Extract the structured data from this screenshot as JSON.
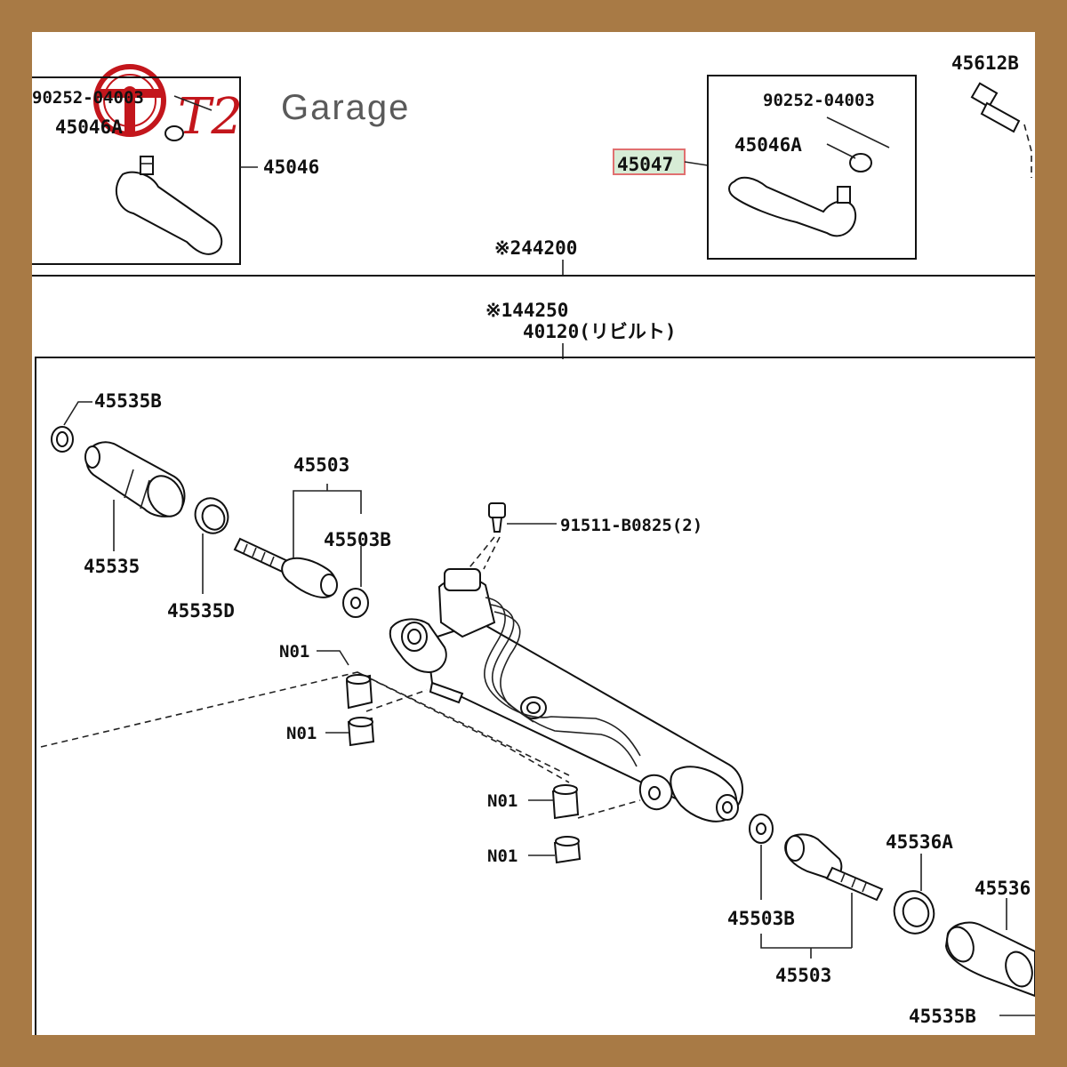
{
  "logo": {
    "mark": "T2",
    "text": "Garage",
    "accent": "#c3161c"
  },
  "frame_color": "#a87a45",
  "highlight_color": "#e07070",
  "labels": {
    "l_90252_left": "90252-04003",
    "l_45046a_left": "45046A",
    "l_45046": "45046",
    "l_45047": "45047",
    "l_90252_right": "90252-04003",
    "l_45046a_right": "45046A",
    "l_45612b": "45612B",
    "l_44200": "※244200",
    "l_44250": "※144250",
    "l_40120": "40120(リビルト)",
    "l_45535b_top": "45535B",
    "l_45535": "45535",
    "l_45535d": "45535D",
    "l_45503_top": "45503",
    "l_45503b_top": "45503B",
    "l_91511": "91511-B0825(2)",
    "l_n01_a": "N01",
    "l_n01_b": "N01",
    "l_n01_c": "N01",
    "l_n01_d": "N01",
    "l_45536a": "45536A",
    "l_45536": "45536",
    "l_45503b_bot": "45503B",
    "l_45503_bot": "45503",
    "l_45535b_bot": "45535B"
  }
}
